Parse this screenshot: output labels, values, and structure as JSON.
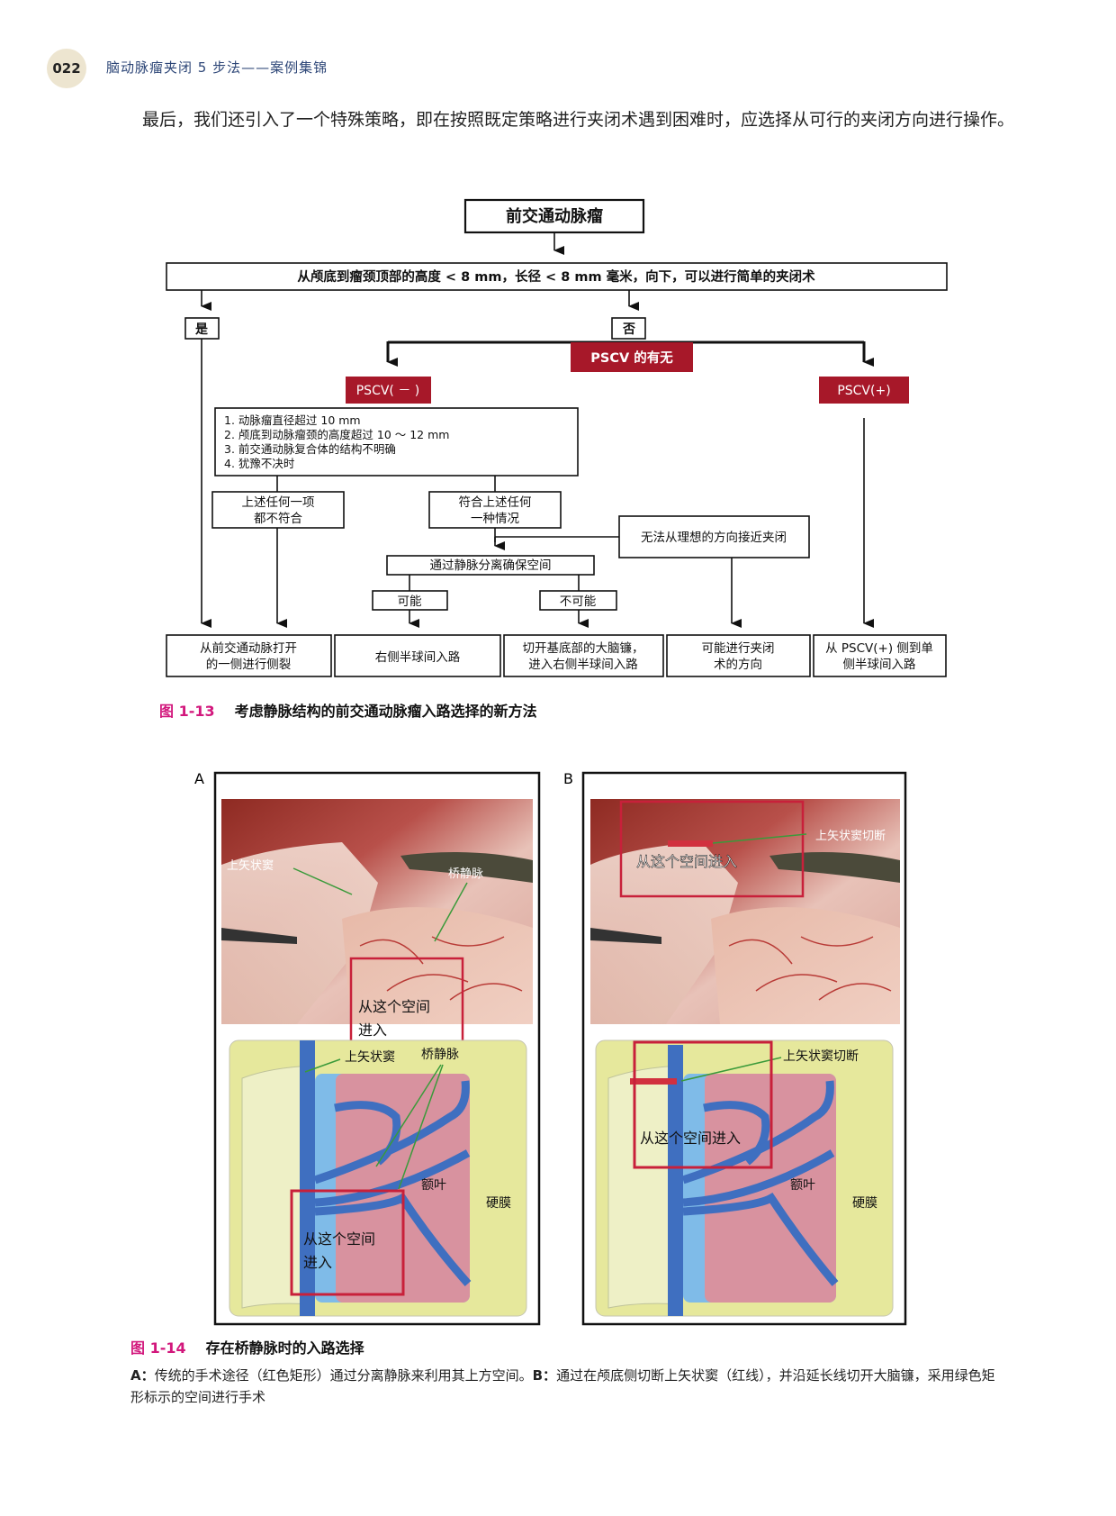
{
  "header": {
    "page_number": "022",
    "running_title": "脑动脉瘤夹闭 5 步法——案例集锦"
  },
  "intro_paragraph": "最后，我们还引入了一个特殊策略，即在按照既定策略进行夹闭术遇到困难时，应选择从可行的夹闭方向进行操作。",
  "flowchart": {
    "root": "前交通动脉瘤",
    "condition": "从颅底到瘤颈顶部的高度 < 8 mm，长径 < 8 mm 毫米，向下，可以进行简单的夹闭术",
    "yes": "是",
    "no": "否",
    "pscv_question": "PSCV 的有无",
    "pscv_neg": "PSCV( － )",
    "pscv_pos": "PSCV(+)",
    "criteria": [
      "1.  动脉瘤直径超过 10 mm",
      "2.  颅底到动脉瘤颈的高度超过 10 ～ 12 mm",
      "3.  前交通动脉复合体的结构不明确",
      "4.  犹豫不决时"
    ],
    "none_match": [
      "上述任何一项",
      "都不符合"
    ],
    "any_match": [
      "符合上述任何",
      "一种情况"
    ],
    "cannot_approach": "无法从理想的方向接近夹闭",
    "vein_separation": "通过静脉分离确保空间",
    "possible": "可能",
    "impossible": "不可能",
    "outcomes": [
      [
        "从前交通动脉打开",
        "的一侧进行侧裂"
      ],
      [
        "右侧半球间入路"
      ],
      [
        "切开基底部的大脑镰，",
        "进入右侧半球间入路"
      ],
      [
        "可能进行夹闭",
        "术的方向"
      ],
      [
        "从 PSCV(+) 侧到单",
        "侧半球间入路"
      ]
    ],
    "colors": {
      "accent_red": "#a71829",
      "line": "#111111"
    }
  },
  "figure_13_caption": {
    "number": "图 1-13",
    "title": "考虑静脉结构的前交通动脉瘤入路选择的新方法"
  },
  "figure_14": {
    "panel_a": {
      "label": "A",
      "photo_labels": {
        "sinus": "上矢状窦",
        "bridging_vein": "桥静脉",
        "entry": [
          "从这个空间",
          "进入"
        ]
      },
      "diagram_labels": {
        "sinus": "上矢状窦",
        "bridging_vein": "桥静脉",
        "frontal_lobe": "额叶",
        "dura": "硬膜",
        "entry": [
          "从这个空间",
          "进入"
        ]
      }
    },
    "panel_b": {
      "label": "B",
      "photo_labels": {
        "sinus_cut": "上矢状窦切断",
        "entry": "从这个空间进入"
      },
      "diagram_labels": {
        "sinus_cut": "上矢状窦切断",
        "frontal_lobe": "额叶",
        "dura": "硬膜",
        "entry": "从这个空间进入"
      }
    },
    "colors": {
      "dura": "#e6e89c",
      "lobe": "#d8929f",
      "vein": "#3f6fc0",
      "csf": "#7fbbe8",
      "box_red": "#c8203a",
      "pointer_green": "#3a9a3a"
    }
  },
  "figure_14_caption": {
    "number": "图 1-14",
    "title": "存在桥静脉时的入路选择",
    "note_a_label": "A：",
    "note_a": "传统的手术途径（红色矩形）通过分离静脉来利用其上方空间。",
    "note_b_label": "B：",
    "note_b": "通过在颅底侧切断上矢状窦（红线），并沿延长线切开大脑镰，采用绿色矩形标示的空间进行手术"
  }
}
